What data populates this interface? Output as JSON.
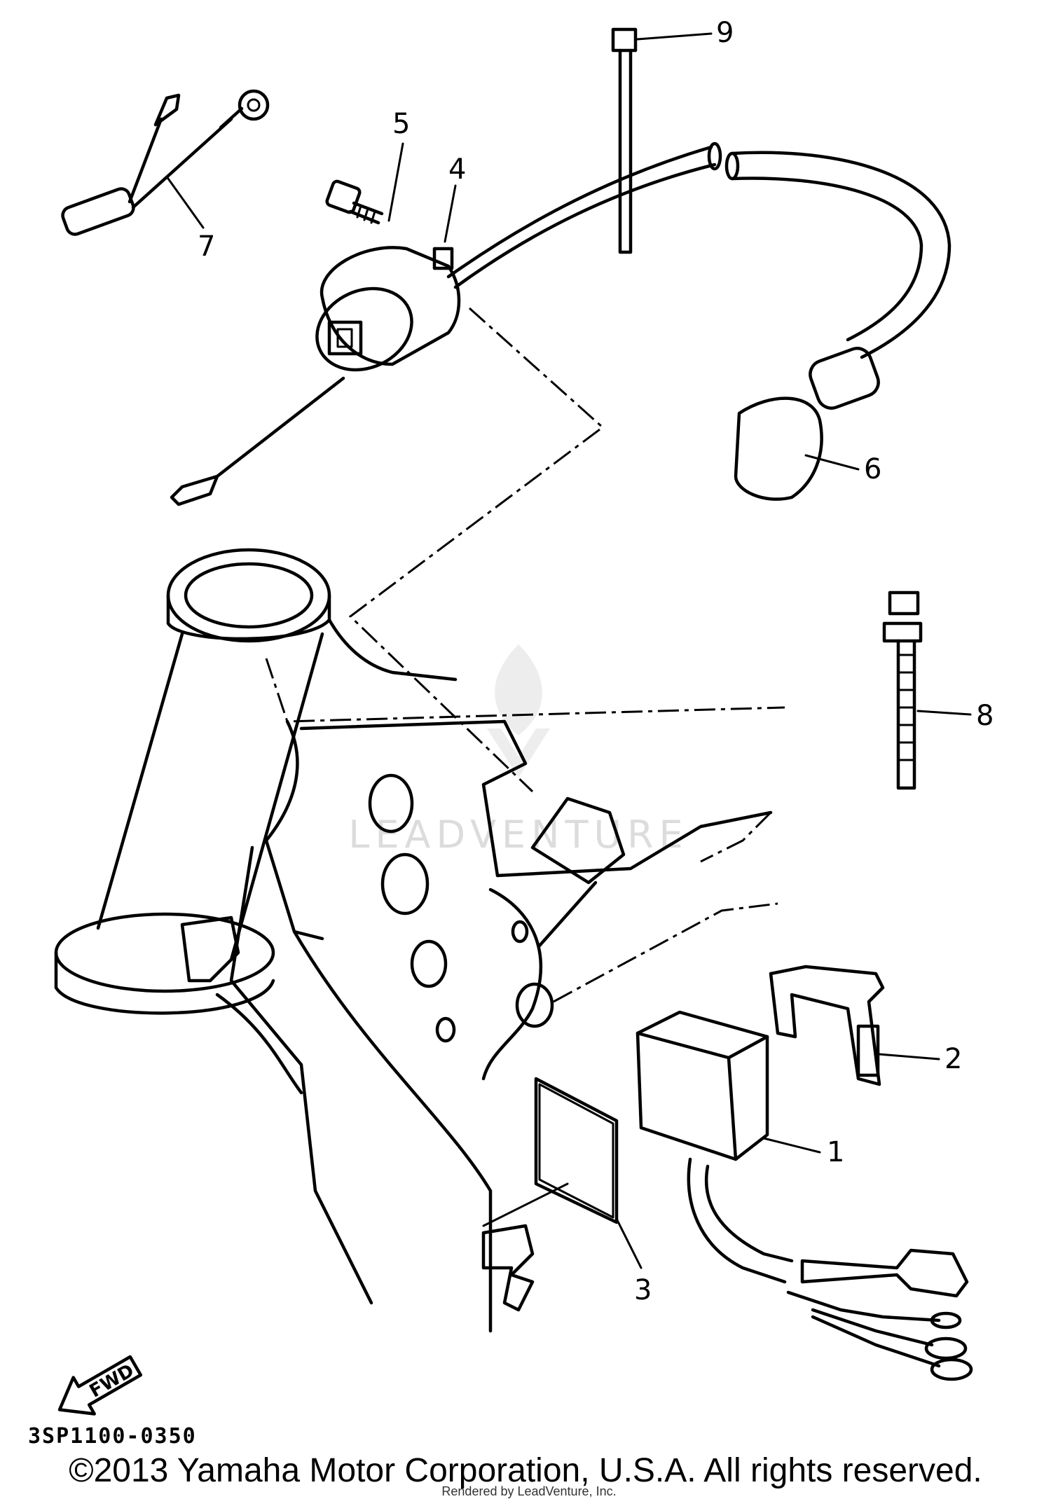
{
  "diagram": {
    "callouts": [
      "1",
      "2",
      "3",
      "4",
      "5",
      "6",
      "7",
      "8",
      "9"
    ],
    "direction_label": "FWD",
    "part_code": "3SP1100-0350",
    "copyright": "©2013 Yamaha Motor Corporation, U.S.A. All rights reserved.",
    "rendered_by": "Rendered by LeadVenture, Inc.",
    "watermark": "LEADVENTURE"
  }
}
